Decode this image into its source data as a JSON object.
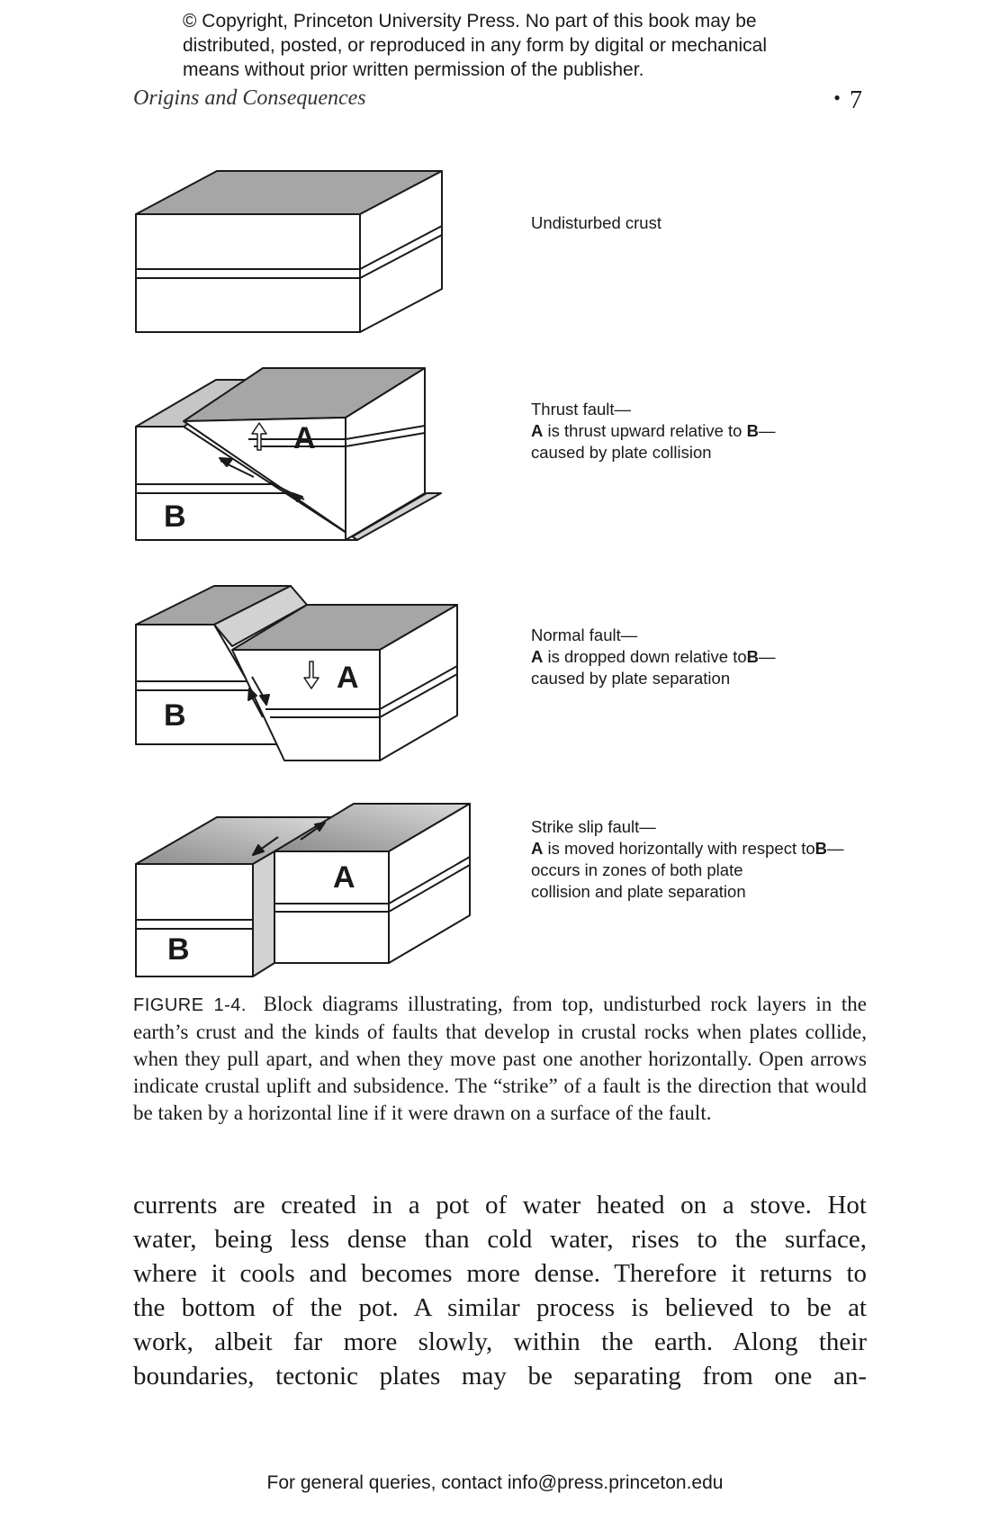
{
  "copyright": {
    "lines": [
      "© Copyright, Princeton University Press. No part of this book may be",
      "distributed, posted, or reproduced in any form by digital or mechanical",
      "means without prior written permission of the publisher."
    ]
  },
  "running_head": {
    "chapter_title": "Origins and Consequences",
    "bullet": "•",
    "page_number": "7"
  },
  "figure": {
    "panels": [
      {
        "lines": [
          "Undisturbed crust"
        ]
      },
      {
        "line1": "Thrust fault—",
        "line2_bold_a": "A",
        "line2_text": " is thrust upward relative to ",
        "line2_bold_b": "B",
        "line2_end": "—",
        "line3": "caused by plate collision",
        "block_a": "A",
        "block_b": "B"
      },
      {
        "line1": "Normal fault—",
        "line2_bold_a": "A",
        "line2_text": " is dropped down relative to",
        "line2_bold_b": "B",
        "line2_end": "—",
        "line3": "caused by plate separation",
        "block_a": "A",
        "block_b": "B"
      },
      {
        "line1": "Strike slip fault—",
        "line2_bold_a": "A",
        "line2_text": " is moved horizontally with respect to",
        "line2_bold_b": "B",
        "line2_end": "—",
        "line3": "occurs in zones of both plate",
        "line4": "collision and plate separation",
        "block_a": "A",
        "block_b": "B"
      }
    ]
  },
  "caption": {
    "label": "FIGURE 1-4.",
    "text": "Block diagrams illustrating, from top, undisturbed rock layers in the earth’s crust and the kinds of faults that develop in crustal rocks when plates collide, when they pull apart, and when they move past one another horizontally. Open arrows indicate crustal uplift and subsidence. The “strike” of a fault is the direction that would be taken by a horizontal line if it were drawn on a surface of the fault."
  },
  "body": {
    "lines": [
      "currents are created in a pot of water heated on a stove. Hot",
      "water, being less dense than cold water, rises to the surface,",
      "where it cools and becomes more dense. Therefore it returns to",
      "the bottom of the pot. A similar process is believed to be at",
      "work, albeit far more slowly, within the earth. Along their",
      "boundaries, tectonic plates may be separating from one an-"
    ]
  },
  "footer": {
    "text": "For general queries, contact info@press.princeton.edu"
  },
  "colors": {
    "top_face": "#a6a6a6",
    "fault_face": "#d2d2d2",
    "line": "#1a1a1a"
  }
}
